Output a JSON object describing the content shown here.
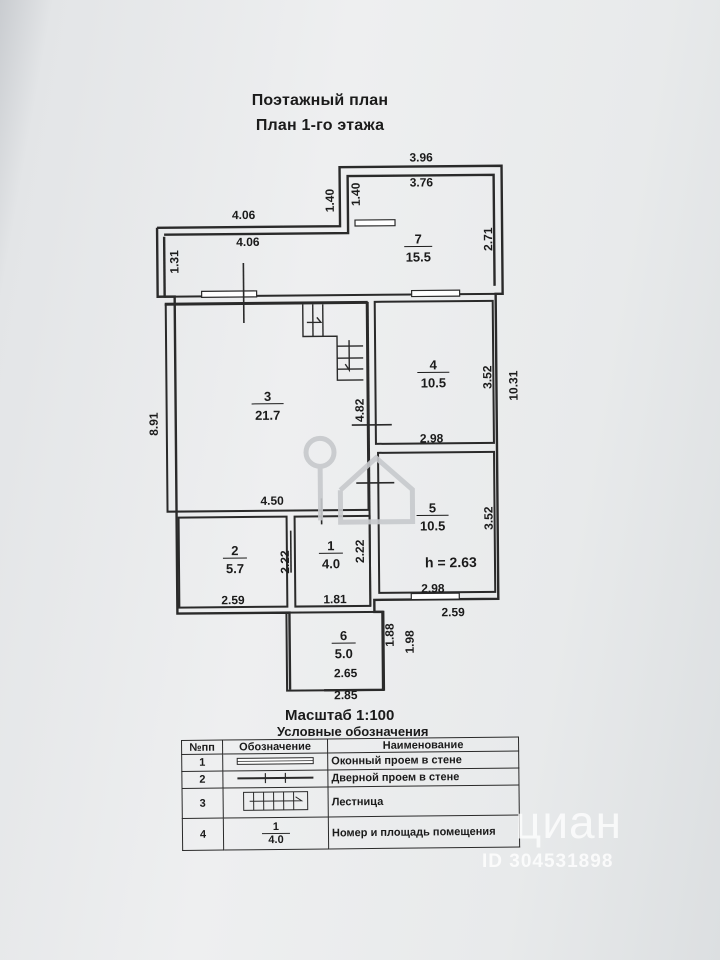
{
  "header": {
    "title_line1": "Поэтажный план",
    "title_line2": "План 1-го этажа"
  },
  "dimensions": {
    "top_outer": "3.96",
    "top_inner": "3.76",
    "step_outer": "1.40",
    "step_inner": "1.40",
    "left_top_outer": "4.06",
    "left_top_inner": "4.06",
    "left_wing_height": "1.31",
    "room7_height": "2.71",
    "total_left": "8.91",
    "total_right": "10.31",
    "room4_height": "3.52",
    "room4_width": "2.98",
    "room5_height": "3.52",
    "room5_width": "2.98",
    "stair_length": "4.82",
    "room3_width": "4.50",
    "room2_height": "2.22",
    "room1_height": "2.22",
    "room2_width": "2.59",
    "room1_width": "1.81",
    "right_bottom_width": "2.59",
    "room6_height_inner": "1.88",
    "room6_height_outer": "1.98",
    "room6_width_inner": "2.65",
    "room6_width_outer": "2.85",
    "ceiling_height": "h = 2.63"
  },
  "rooms": [
    {
      "num": "7",
      "area": "15.5"
    },
    {
      "num": "3",
      "area": "21.7"
    },
    {
      "num": "4",
      "area": "10.5"
    },
    {
      "num": "5",
      "area": "10.5"
    },
    {
      "num": "2",
      "area": "5.7"
    },
    {
      "num": "1",
      "area": "4.0"
    },
    {
      "num": "6",
      "area": "5.0"
    }
  ],
  "scale_label": "Масштаб 1:100",
  "legend": {
    "title": "Условные обозначения",
    "headers": [
      "№пп",
      "Обозначение",
      "Наименование"
    ],
    "rows": [
      {
        "num": "1",
        "symbol": "window",
        "name": "Оконный проем в стене"
      },
      {
        "num": "2",
        "symbol": "door",
        "name": "Дверной проем в стене"
      },
      {
        "num": "3",
        "symbol": "stairs",
        "name": "Лестница"
      },
      {
        "num": "4",
        "symbol": "room-label",
        "name": "Номер и площадь помещения",
        "sample_num": "1",
        "sample_area": "4.0"
      }
    ]
  },
  "watermark": {
    "logo": "циан",
    "id_text": "ID 304531898"
  }
}
